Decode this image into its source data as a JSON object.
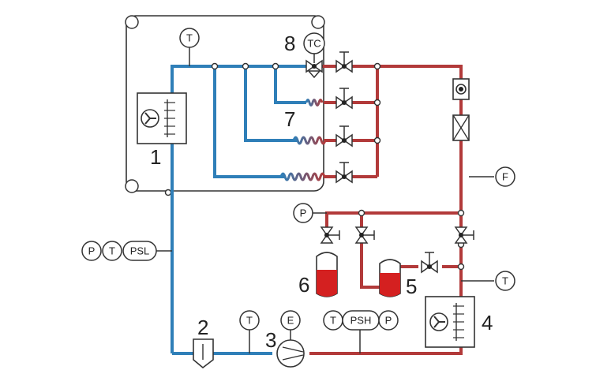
{
  "colors": {
    "cold_line": "#2f7fb8",
    "hot_line": "#b23a3a",
    "receiver_fill": "#d42020",
    "outline": "#333333"
  },
  "component_numbers": {
    "n1": "1",
    "n2": "2",
    "n3": "3",
    "n4": "4",
    "n5": "5",
    "n6": "6",
    "n7": "7",
    "n8": "8"
  },
  "gauges": {
    "t_top": "T",
    "tc": "TC",
    "f": "F",
    "p_mid": "P",
    "t_right": "T",
    "p_left": "P",
    "t_left": "T",
    "psl": "PSL",
    "t_bottom": "T",
    "e": "E",
    "t_bottom_right": "T",
    "psh": "PSH",
    "p_bottom_right": "P"
  },
  "icons": {
    "evaporator_unit": "fan-coil-icon",
    "condenser_unit": "fan-coil-icon",
    "compressor": "compressor-icon",
    "filter": "filter-icon",
    "sight_glass": "sight-glass-icon",
    "drier": "filter-drier-icon"
  }
}
